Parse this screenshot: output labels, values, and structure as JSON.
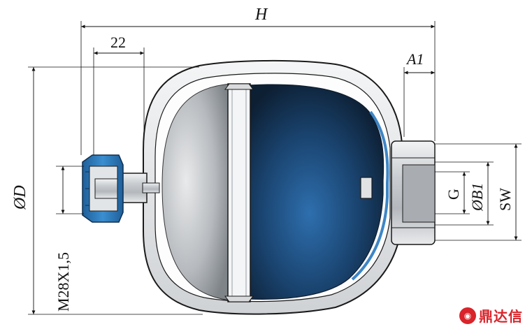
{
  "labels": {
    "H": "H",
    "dim_22": "22",
    "A1": "A1",
    "OD": "ØD",
    "M28": "M28X1,5",
    "G": "G",
    "OB1": "ØB1",
    "SW": "SW"
  },
  "watermark": {
    "text": "鼎达信",
    "icon": "logo-icon",
    "color": "#d8242a"
  },
  "colors": {
    "shell": "#e6e8ea",
    "gas_side": "#a3a8ad",
    "bladder": "#1e5b92",
    "port_cap": "#2f7fc1",
    "line": "#1a1a1a"
  }
}
